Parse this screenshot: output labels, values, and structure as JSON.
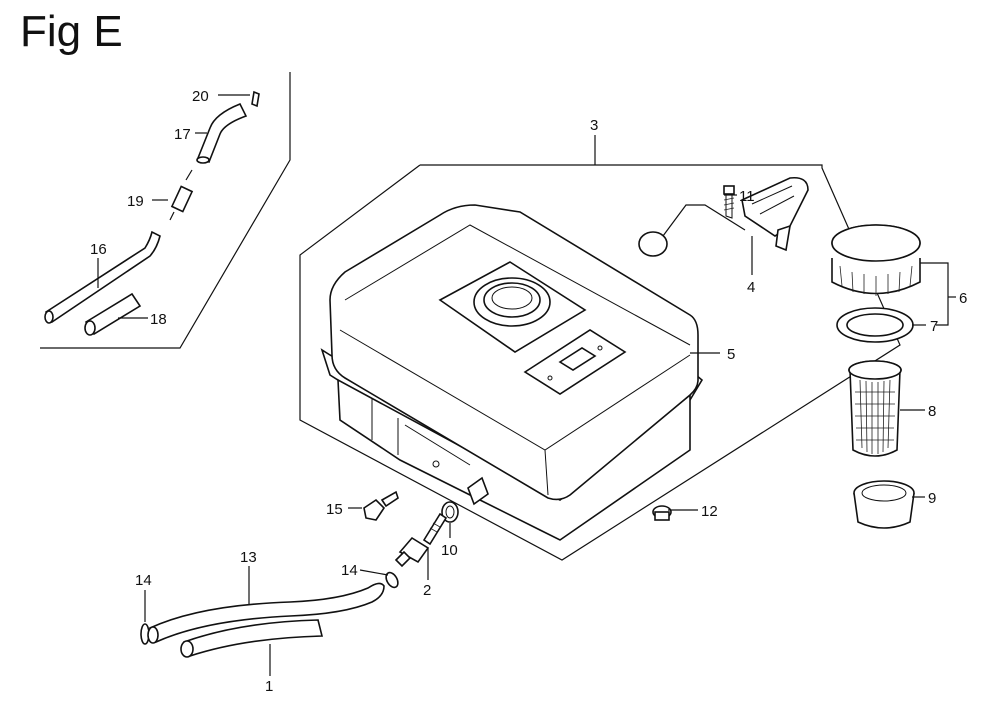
{
  "figure": {
    "title": "Fig E"
  },
  "callouts": {
    "c1": "1",
    "c2": "2",
    "c3": "3",
    "c4": "4",
    "c5": "5",
    "c6": "6",
    "c7": "7",
    "c8": "8",
    "c9": "9",
    "c10": "10",
    "c11": "11",
    "c12": "12",
    "c13": "13",
    "c14a": "14",
    "c14b": "14",
    "c15": "15",
    "c16": "16",
    "c17": "17",
    "c18": "18",
    "c19": "19",
    "c20": "20"
  }
}
